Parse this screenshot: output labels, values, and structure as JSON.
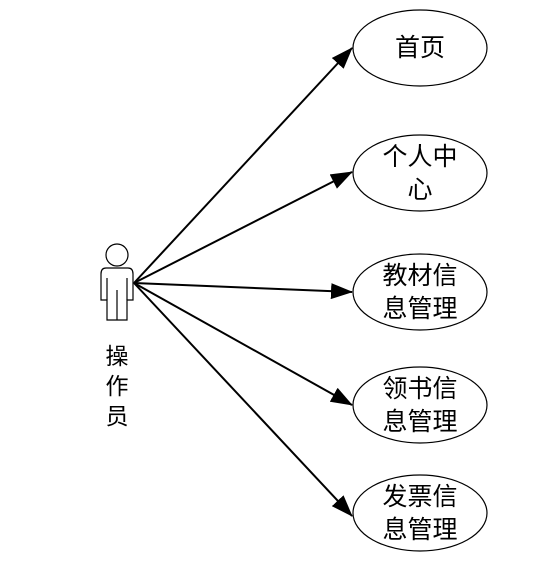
{
  "actor": {
    "name": "操作员",
    "name_chars": [
      "操",
      "作",
      "员"
    ]
  },
  "use_cases": [
    {
      "id": "home",
      "label_lines": [
        "首页"
      ]
    },
    {
      "id": "personal-center",
      "label_lines": [
        "个人中",
        "心"
      ]
    },
    {
      "id": "textbook-info",
      "label_lines": [
        "教材信",
        "息管理"
      ]
    },
    {
      "id": "book-collection-info",
      "label_lines": [
        "领书信",
        "息管理"
      ]
    },
    {
      "id": "invoice-info",
      "label_lines": [
        "发票信",
        "息管理"
      ]
    }
  ],
  "colors": {
    "stroke": "#000000",
    "background": "#ffffff"
  }
}
